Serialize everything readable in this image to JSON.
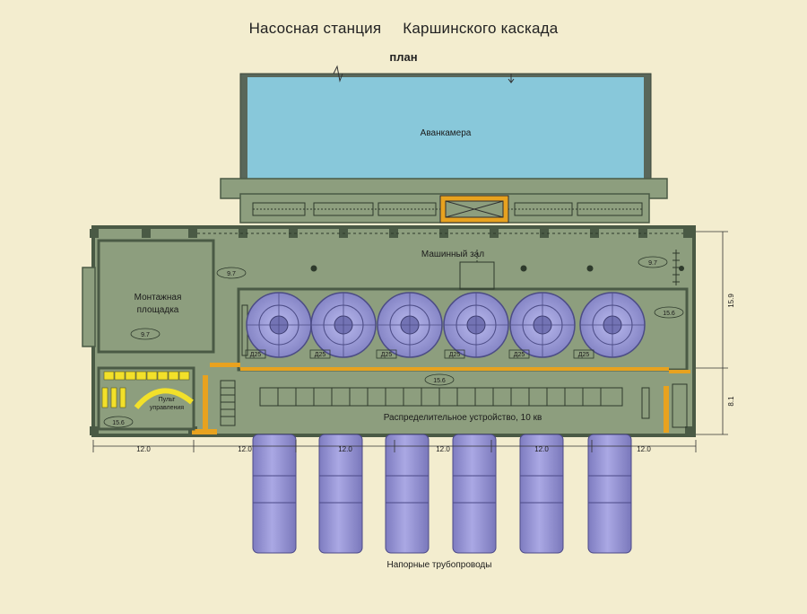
{
  "title": {
    "part1": "Насосная станция",
    "part2": "Каршинского каскада"
  },
  "subtitle": "план",
  "labels": {
    "forebay": "Аванкамера",
    "machine_hall": "Машинный зал",
    "assembly_area_line1": "Монтажная",
    "assembly_area_line2": "площадка",
    "control_panel_line1": "Пульт",
    "control_panel_line2": "управления",
    "switchgear": "Распределительное устройство, 10 кв",
    "pipelines": "Напорные трубопроводы"
  },
  "elevations": {
    "hall_left": "9.7",
    "hall_right": "9.7",
    "assembly": "9.7",
    "pumps_right": "15.6",
    "switchgear_mid": "15.6",
    "control": "15.6"
  },
  "pump_labels": [
    "Д25",
    "Д25",
    "Д25",
    "Д25",
    "Д25",
    "Д25"
  ],
  "dimensions": {
    "bottom": [
      "12.0",
      "12.0",
      "12.0",
      "12.0",
      "12.0",
      "12.0"
    ],
    "right_upper": "15.9",
    "right_lower": "8.1"
  },
  "colors": {
    "water": "#88c8da",
    "hall": "#8d9e7e",
    "wall": "#4a5a45",
    "accent": "#e8a21f",
    "pump": "#9b9bd6",
    "pipe": "#9492d1",
    "panel": "#f2e02a"
  }
}
